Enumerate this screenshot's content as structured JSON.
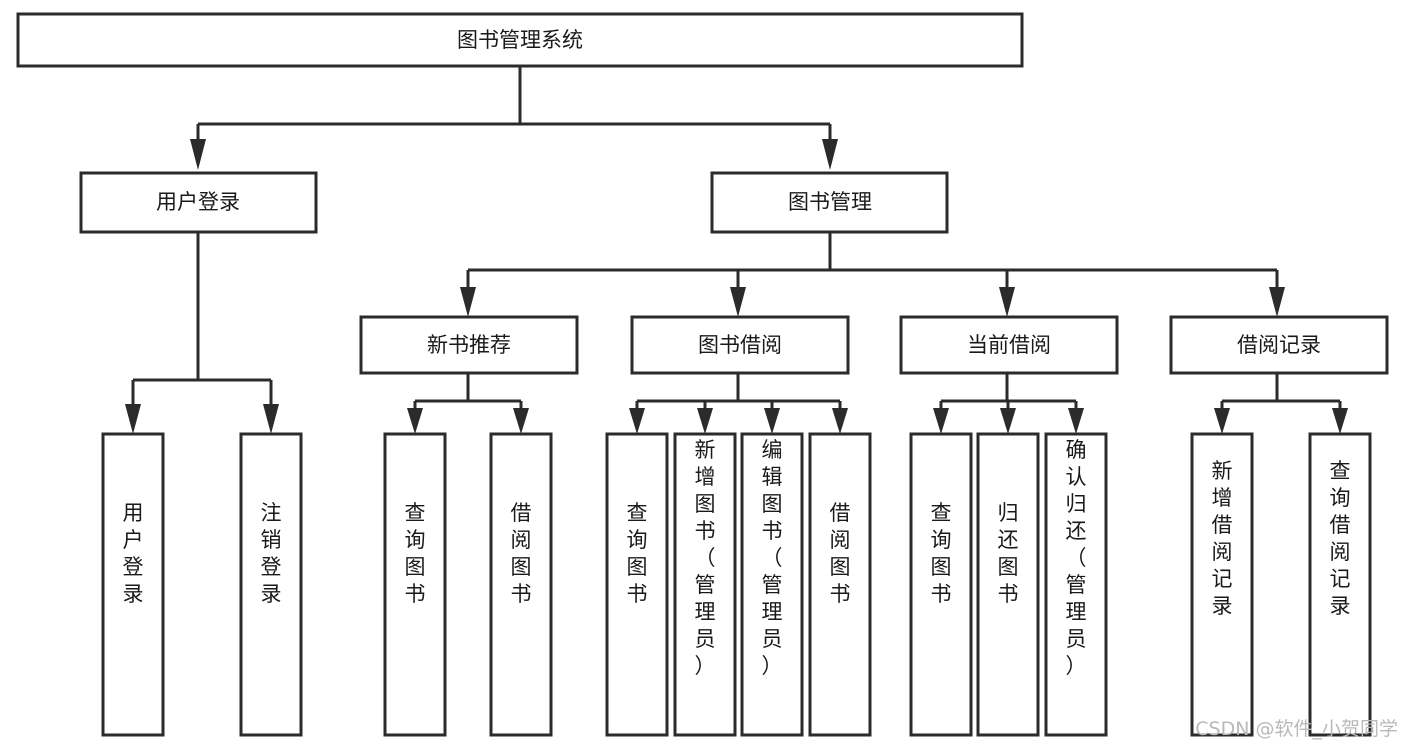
{
  "diagram": {
    "type": "hierarchy-tree",
    "title": "图书管理系统",
    "levels": 4,
    "root": {
      "id": "root",
      "label": "图书管理系统",
      "orientation": "horizontal"
    },
    "level2": [
      {
        "id": "user-login",
        "label": "用户登录",
        "orientation": "horizontal"
      },
      {
        "id": "book-manage",
        "label": "图书管理",
        "orientation": "horizontal"
      }
    ],
    "level3": [
      {
        "id": "new-book-rec",
        "label": "新书推荐",
        "orientation": "horizontal",
        "parent": "book-manage"
      },
      {
        "id": "book-borrow",
        "label": "图书借阅",
        "orientation": "horizontal",
        "parent": "book-manage"
      },
      {
        "id": "current-borrow",
        "label": "当前借阅",
        "orientation": "horizontal",
        "parent": "book-manage"
      },
      {
        "id": "borrow-record",
        "label": "借阅记录",
        "orientation": "horizontal",
        "parent": "book-manage"
      }
    ],
    "leaves": [
      {
        "id": "leaf-user-login",
        "label": "用户登录",
        "orientation": "vertical",
        "parent": "user-login"
      },
      {
        "id": "leaf-user-logout",
        "label": "注销登录",
        "orientation": "vertical",
        "parent": "user-login"
      },
      {
        "id": "leaf-query-book-1",
        "label": "查询图书",
        "orientation": "vertical",
        "parent": "new-book-rec"
      },
      {
        "id": "leaf-borrow-book-1",
        "label": "借阅图书",
        "orientation": "vertical",
        "parent": "new-book-rec"
      },
      {
        "id": "leaf-query-book-2",
        "label": "查询图书",
        "orientation": "vertical",
        "parent": "book-borrow"
      },
      {
        "id": "leaf-add-book",
        "label": "新增图书（管理员）",
        "orientation": "vertical",
        "parent": "book-borrow"
      },
      {
        "id": "leaf-edit-book",
        "label": "编辑图书（管理员）",
        "orientation": "vertical",
        "parent": "book-borrow"
      },
      {
        "id": "leaf-borrow-book-2",
        "label": "借阅图书",
        "orientation": "vertical",
        "parent": "book-borrow"
      },
      {
        "id": "leaf-query-book-3",
        "label": "查询图书",
        "orientation": "vertical",
        "parent": "current-borrow"
      },
      {
        "id": "leaf-return-book",
        "label": "归还图书",
        "orientation": "vertical",
        "parent": "current-borrow"
      },
      {
        "id": "leaf-confirm-return",
        "label": "确认归还（管理员）",
        "orientation": "vertical",
        "parent": "current-borrow"
      },
      {
        "id": "leaf-add-record",
        "label": "新增借阅记录",
        "orientation": "vertical",
        "parent": "borrow-record"
      },
      {
        "id": "leaf-query-record",
        "label": "查询借阅记录",
        "orientation": "vertical",
        "parent": "borrow-record"
      }
    ],
    "colors": {
      "stroke": "#2b2b2b",
      "fill": "#ffffff",
      "text": "#1a1a1a",
      "background": "#ffffff",
      "watermark": "#b9b9b9"
    }
  },
  "watermark": {
    "label": "CSDN @软件_小贺同学"
  }
}
